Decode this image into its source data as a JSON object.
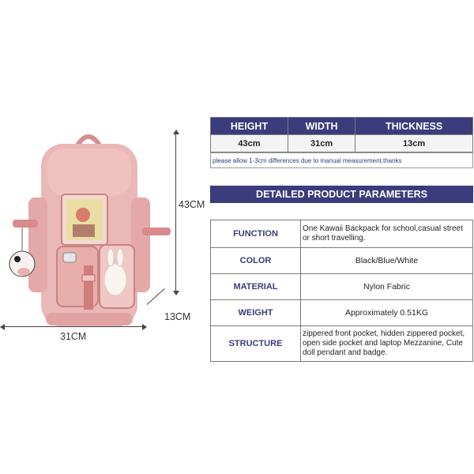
{
  "dimensions": {
    "height_label": "43CM",
    "width_label": "31CM",
    "thickness_label": "13CM"
  },
  "size_table": {
    "headers": [
      "HEIGHT",
      "WIDTH",
      "THICKNESS"
    ],
    "values": [
      "43cm",
      "31cm",
      "13cm"
    ]
  },
  "note": "please allow 1-3cm differences due to manual measurement,thanks",
  "params": {
    "title": "DETAILED PRODUCT PARAMETERS",
    "rows": [
      {
        "key": "FUNCTION",
        "value": "One Kawaii Backpack for school,casual street or short travelling."
      },
      {
        "key": "COLOR",
        "value": "Black/Blue/White"
      },
      {
        "key": "MATERIAL",
        "value": "Nylon Fabric"
      },
      {
        "key": "WEIGHT",
        "value": "Approximately 0.51KG"
      },
      {
        "key": "STRUCTURE",
        "value": "zippered front pocket, hidden zippered pocket, open side pocket and laptop Mezzanine, Cute doll pendant and badge."
      }
    ]
  },
  "colors": {
    "header_bg": "#3b3c7c",
    "backpack_main": "#e9b4b4",
    "backpack_dark": "#d9908f"
  }
}
